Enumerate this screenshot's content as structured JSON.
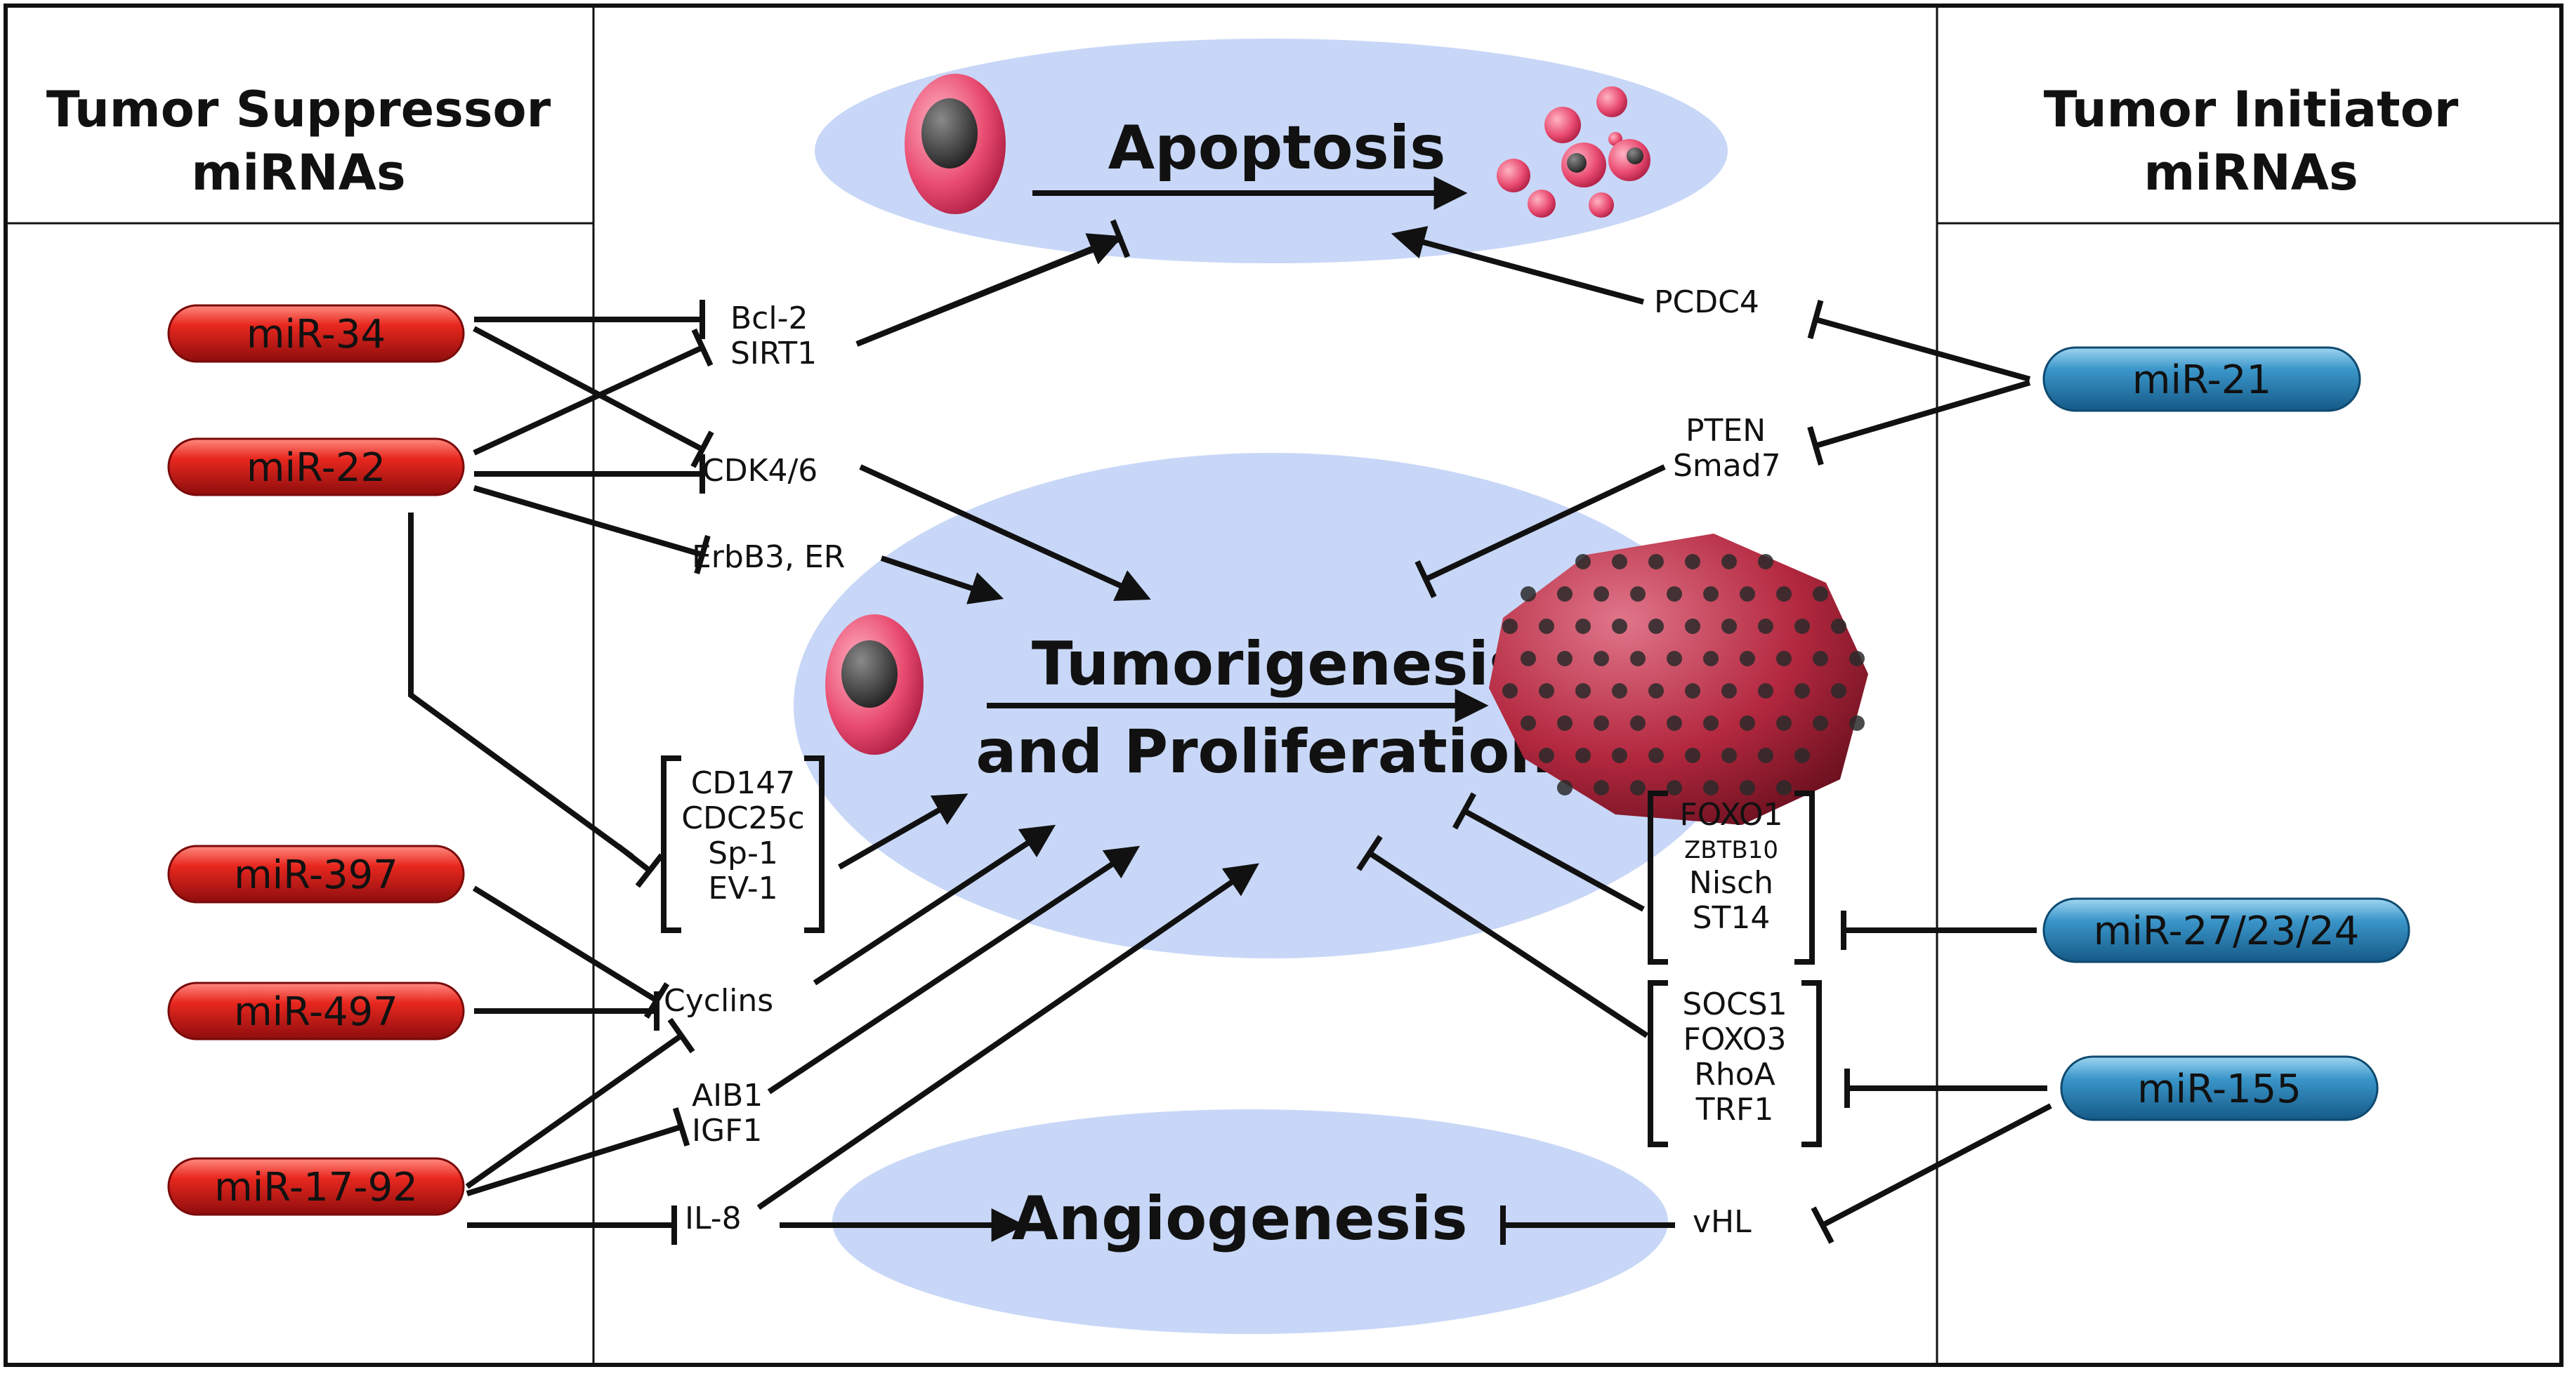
{
  "headers": {
    "left_line1": "Tumor Suppressor",
    "left_line2": "miRNAs",
    "right_line1": "Tumor Initiator",
    "right_line2": "miRNAs"
  },
  "processes": {
    "apoptosis": "Apoptosis",
    "tumorigenesis_line1": "Tumorigenesis",
    "tumorigenesis_line2": "and Proliferation",
    "angiogenesis": "Angiogenesis"
  },
  "suppressor_mirnas": [
    "miR-34",
    "miR-22",
    "miR-397",
    "miR-497",
    "miR-17-92"
  ],
  "initiator_mirnas": [
    "miR-21",
    "miR-27/23/24",
    "miR-155"
  ],
  "genes": {
    "bcl2": "Bcl-2",
    "sirt1": "SIRT1",
    "cdk46": "CDK4/6",
    "erbb3": "ErbB3, ER",
    "bracket_left": [
      "CD147",
      "CDC25c",
      "Sp-1",
      "EV-1"
    ],
    "cyclins": "Cyclins",
    "aib1": "AIB1",
    "igf1": "IGF1",
    "il8": "IL-8",
    "pcdc4": "PCDC4",
    "pten": "PTEN",
    "smad7": "Smad7",
    "bracket_right_1": [
      "FOXO1",
      "ZBTB10",
      "Nisch",
      "ST14"
    ],
    "bracket_right_2": [
      "SOCS1",
      "FOXO3",
      "RhoA",
      "TRF1"
    ],
    "vhl": "vHL"
  },
  "colors": {
    "suppressor_pill": "#d42020",
    "initiator_pill": "#2a7fb5",
    "process_ellipse": "#c8d7f7",
    "cell": "#e0476b"
  }
}
